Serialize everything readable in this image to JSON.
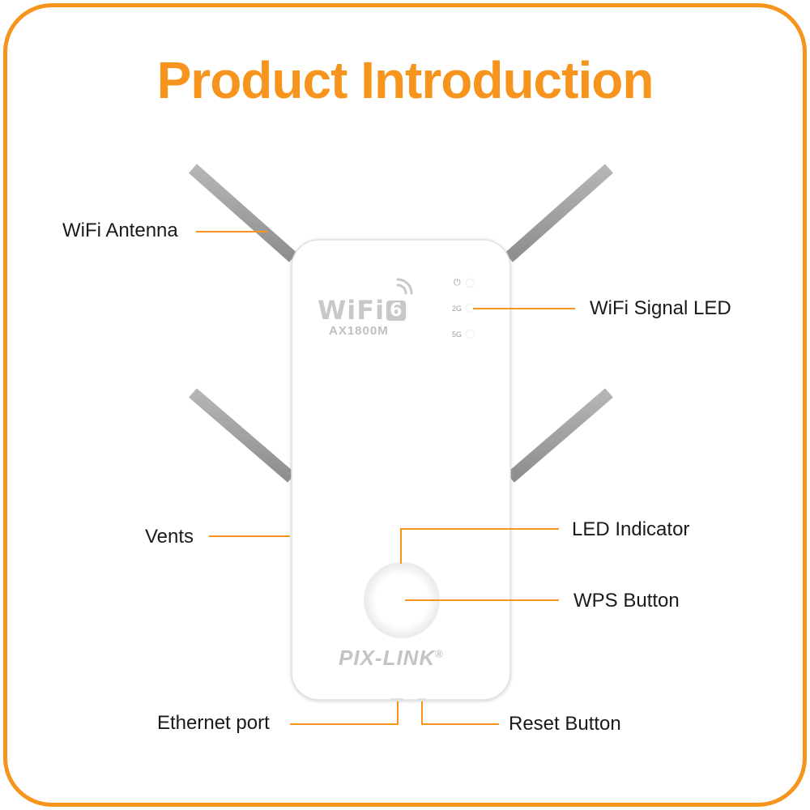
{
  "title": "Product Introduction",
  "device": {
    "wifi_logo": "WiFi",
    "wifi_generation": "6",
    "model": "AX1800M",
    "brand": "PIX-LINK",
    "registered_mark": "®",
    "led_labels": {
      "power": "⏻",
      "band_2g": "2G",
      "band_5g": "5G"
    }
  },
  "callouts": {
    "wifi_antenna": "WiFi Antenna",
    "wifi_signal_led": "WiFi Signal LED",
    "vents": "Vents",
    "led_indicator": "LED Indicator",
    "wps_button": "WPS Button",
    "ethernet_port": "Ethernet port",
    "reset_button": "Reset Button"
  },
  "colors": {
    "accent": "#f7941d",
    "antenna": "#a9a9a9",
    "body": "#ffffff"
  }
}
